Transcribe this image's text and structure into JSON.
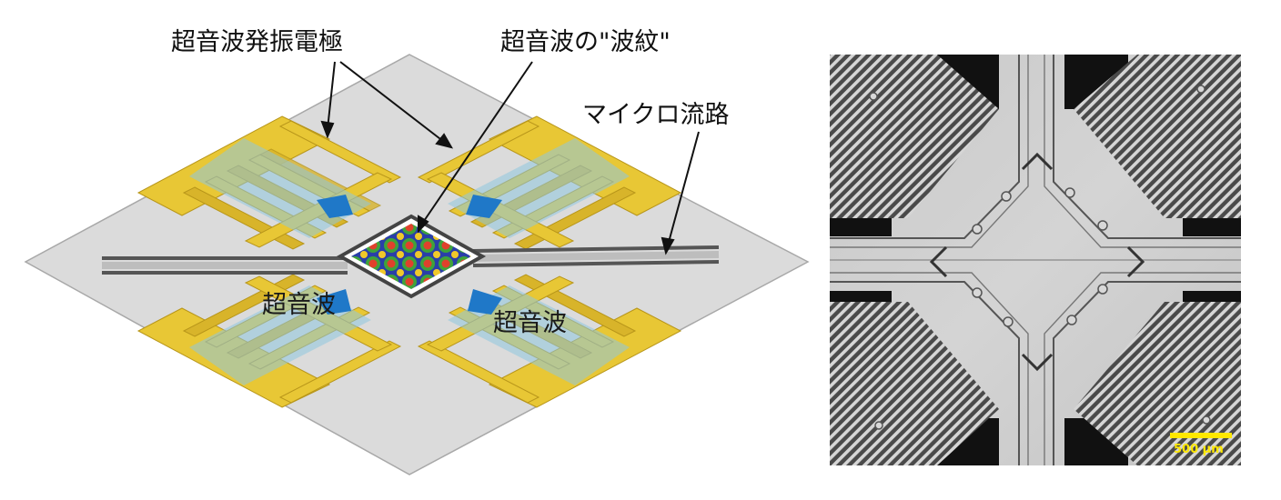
{
  "labels": {
    "electrodes": "超音波発振電極",
    "ripple": "超音波の\"波紋\"",
    "channel": "マイクロ流路",
    "wave_left": "超音波",
    "wave_right": "超音波",
    "scale_bar": "500 μm"
  },
  "colors": {
    "electrode": "#e8c735",
    "electrode_edge": "#b8961a",
    "wave_band": "#8ec6de",
    "arrow": "#1f78c8",
    "substrate": "#d9d9d9",
    "scale_bar": "#ffe800"
  }
}
